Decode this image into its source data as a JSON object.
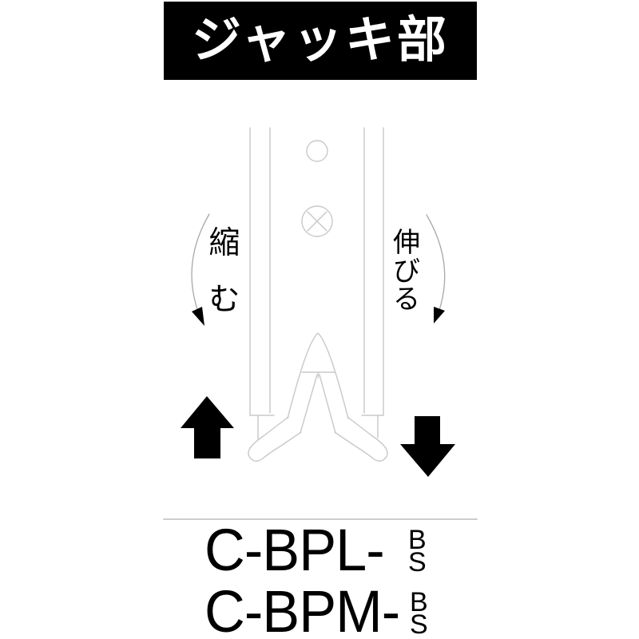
{
  "banner": {
    "title": "ジャッキ部"
  },
  "diagram": {
    "contract_label": "縮む",
    "extend_label": "伸びる"
  },
  "codes": [
    {
      "base": "C-BPL-",
      "suffix_top": "B",
      "suffix_bottom": "S"
    },
    {
      "base": "C-BPM-",
      "suffix_top": "B",
      "suffix_bottom": "S"
    }
  ],
  "colors": {
    "banner_bg": "#000000",
    "banner_fg": "#ffffff",
    "drawing_line": "#c8c8c8",
    "arc_line": "#a8a8a8",
    "ink": "#000000",
    "divider": "#cdcdcd",
    "background": "#ffffff"
  }
}
